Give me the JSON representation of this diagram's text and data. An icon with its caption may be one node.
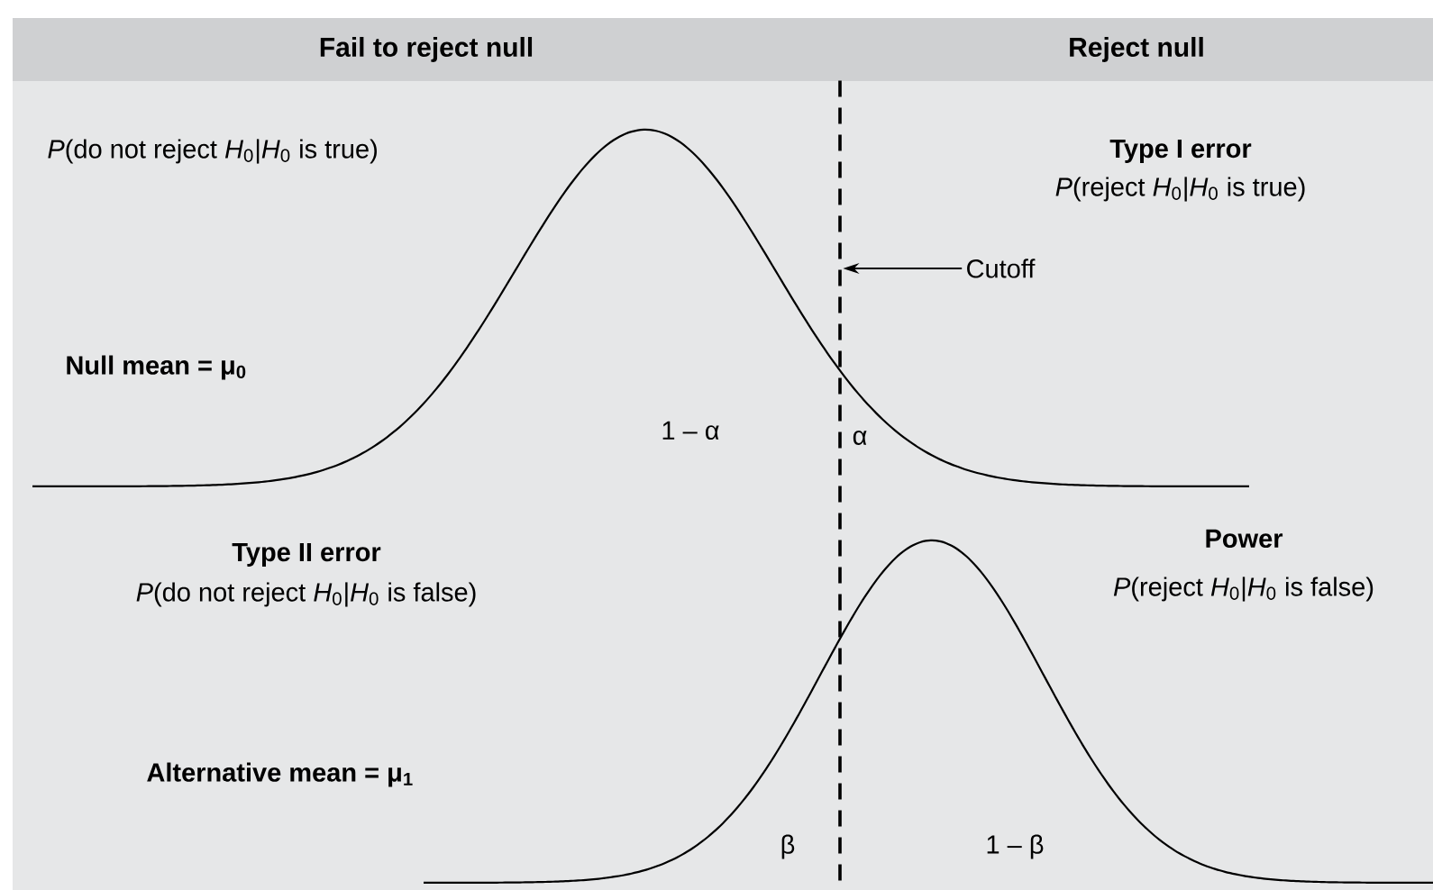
{
  "diagram": {
    "nodes": [
      {
        "text": [
          "Fail to reject null"
        ]
      },
      {
        "text": [
          "Reject null"
        ]
      },
      {
        "text": [
          "Cutoff"
        ]
      },
      {
        "text": [],
        "shape": "line"
      }
    ],
    "edges": [
      {
        "from": 2,
        "to": 3,
        "arrow": "to"
      }
    ],
    "labels": [
      "*P*(do not reject *H*$_{0}$|*H*$_{0}$ is true)",
      "Type I error",
      "*P*(reject *H*$_{0}$|*H*$_{0}$ is true)",
      "Null mean = μ$_{0}$",
      "1 – α",
      "α",
      "Type II error",
      "Power",
      "*P*(do not reject *H*$_{0}$|*H*$_{0}$ is false)",
      "*P*(reject *H*$_{0}$|*H*$_{0}$ is false)",
      "Alternative mean = μ$_{1}$",
      "β",
      "1 – β"
    ]
  }
}
